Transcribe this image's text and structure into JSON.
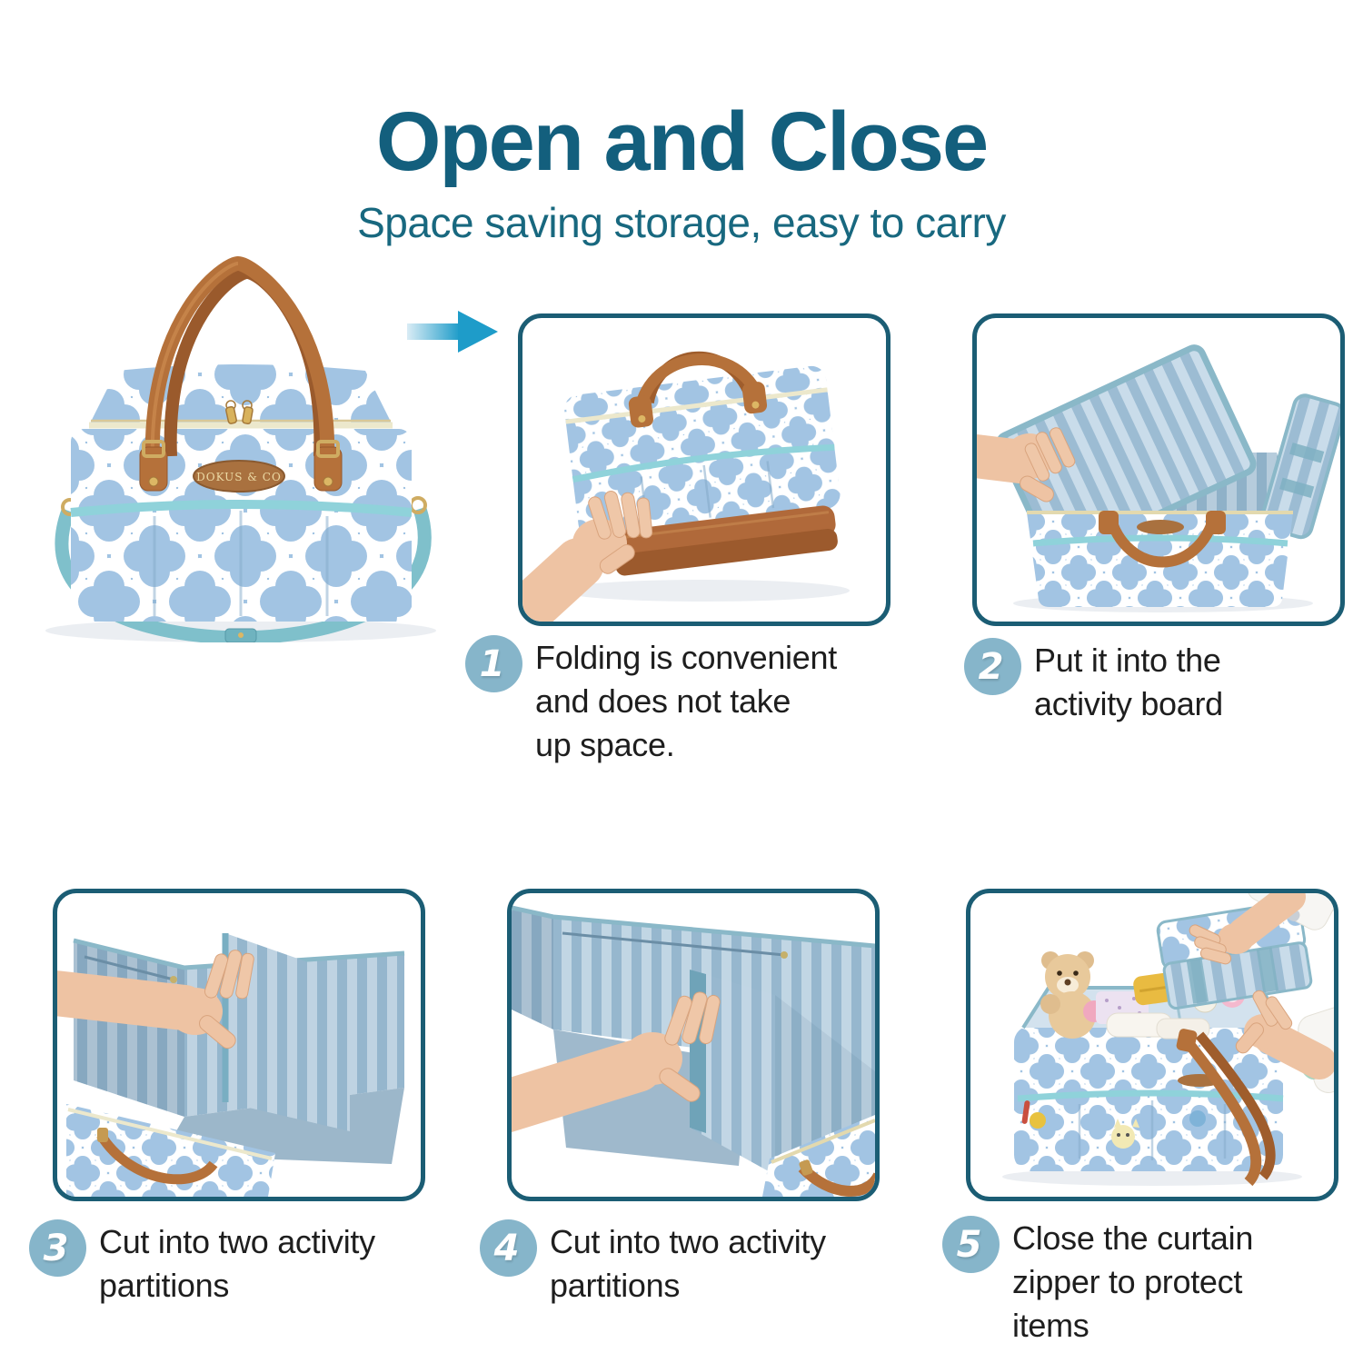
{
  "header": {
    "title": "Open and Close",
    "subtitle": "Space saving storage, easy to carry"
  },
  "product": {
    "brand_label": "DOKUS & CO"
  },
  "steps": [
    {
      "number": "1",
      "lines": [
        "Folding is convenient",
        "and does not take",
        "up space."
      ]
    },
    {
      "number": "2",
      "lines": [
        "Put it into the",
        "activity board"
      ]
    },
    {
      "number": "3",
      "lines": [
        "Cut into two activity",
        "partitions"
      ]
    },
    {
      "number": "4",
      "lines": [
        "Cut into two activity",
        "partitions"
      ]
    },
    {
      "number": "5",
      "lines": [
        "Close the curtain",
        "zipper to protect",
        "items"
      ]
    }
  ],
  "colors": {
    "title": "#135f7d",
    "subtitle": "#18687f",
    "step_text": "#1e1e1e",
    "badge": "#86b5ca",
    "frame_border": "#1b5d74",
    "arrow": "#1e9cc9",
    "bag_blue": "#a2c4e3",
    "pattern_white": "#ffffff",
    "leather_brown": "#b5713a",
    "strap_teal": "#7fc0cb",
    "stripe_light": "#c9dcea",
    "stripe_dark": "#9cbcd3",
    "zipper_trim": "#ece8cc",
    "hardware_gold": "#dcb764",
    "skin": "#eec3a3"
  }
}
